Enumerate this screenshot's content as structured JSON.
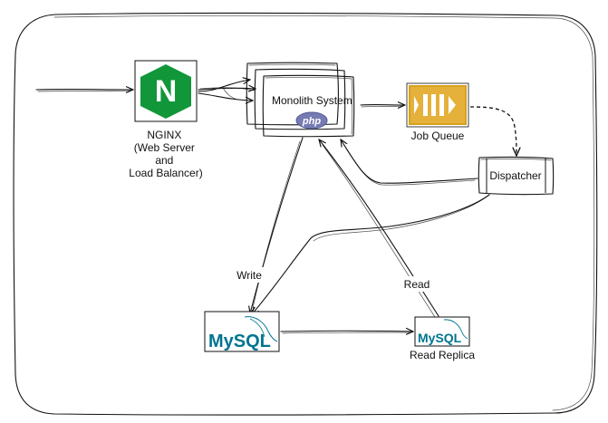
{
  "nginx": {
    "icon": "nginx-logo-icon",
    "letter": "N",
    "color": "#119639",
    "label_lines": [
      "NGINX",
      "(Web Server",
      "and",
      "Load Balancer)"
    ]
  },
  "monolith": {
    "label": "Monolith System",
    "php_label": "php",
    "php_color": "#777bb3"
  },
  "job_queue": {
    "icon": "queue-icon",
    "label": "Job Queue",
    "color": "#d6a21d"
  },
  "dispatcher": {
    "label": "Dispatcher"
  },
  "mysql_primary": {
    "logo_text": "MySQL",
    "icon": "mysql-logo-icon"
  },
  "mysql_replica": {
    "logo_text": "MySQL",
    "icon": "mysql-logo-icon",
    "label": "Read Replica"
  },
  "edges": {
    "write_label": "Write",
    "read_label": "Read"
  },
  "colors": {
    "mysql_blue": "#00758f",
    "mysql_orange": "#f29111"
  }
}
